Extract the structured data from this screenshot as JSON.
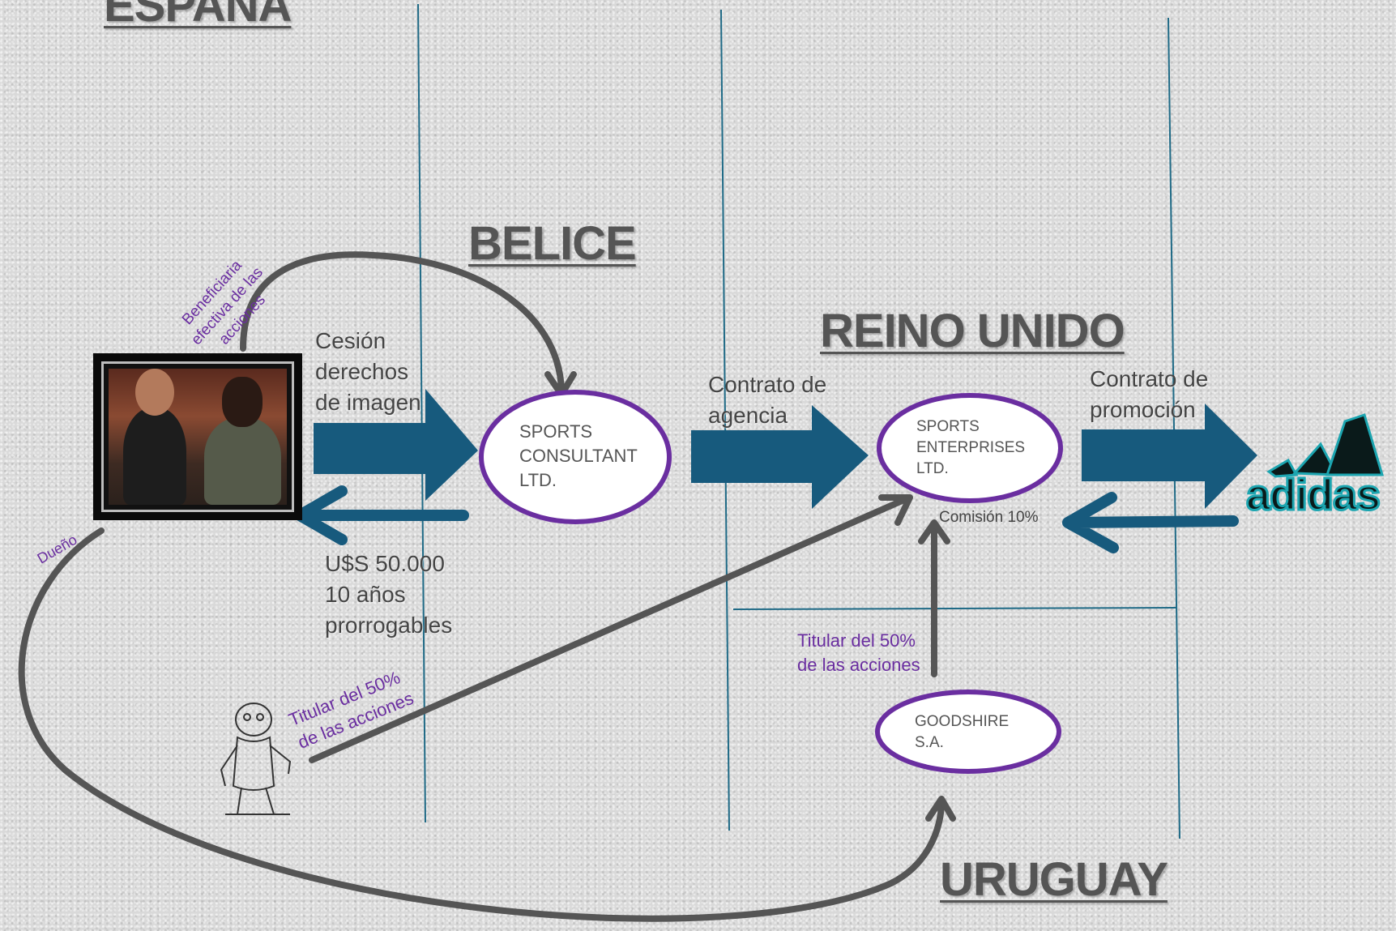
{
  "regions": {
    "espana": "ESPAÑA",
    "belice": "BELICE",
    "reino_unido": "REINO UNIDO",
    "uruguay": "URUGUAY"
  },
  "entities": {
    "sports_consultant": "SPORTS\nCONSULTANT\nLTD.",
    "sports_enterprises": "SPORTS\nENTERPRISES\nLTD.",
    "goodshire": "GOODSHIRE\nS.A."
  },
  "flows": {
    "cesion": "Cesión\nderechos\nde imagen",
    "pago": "U$S 50.000\n10 años\nprorrogables",
    "contrato_agencia": "Contrato de\nagencia",
    "contrato_promocion": "Contrato de\npromoción",
    "comision": "Comisión 10%"
  },
  "relations": {
    "beneficiaria": "Beneficiaria\nefectiva de las\nacciones",
    "dueno": "Dueño",
    "titular_izq": "Titular del 50%\nde las acciones",
    "titular_der": "Titular del 50%\nde las acciones"
  },
  "logo": {
    "text": "adidas"
  },
  "colors": {
    "arrow": "#175a7d",
    "ellipse_border": "#6a2ea0",
    "curve": "#555555",
    "relation_text": "#6a2ea0"
  }
}
